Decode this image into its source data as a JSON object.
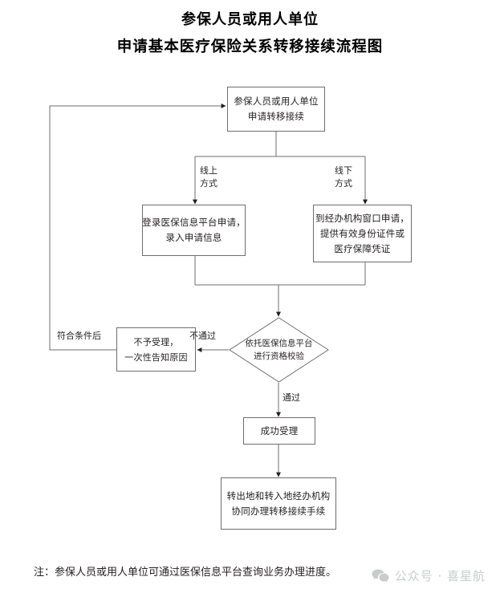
{
  "title": {
    "line1": "参保人员或用人单位",
    "line2": "申请基本医疗保险关系转移接续流程图"
  },
  "nodes": {
    "start": {
      "line1": "参保人员或用人单位",
      "line2": "申请转移接续"
    },
    "online": {
      "line1": "登录医保信息平台申请，",
      "line2": "录入申请信息"
    },
    "offline": {
      "line1": "到经办机构窗口申请，",
      "line2": "提供有效身份证件或",
      "line3": "医疗保障凭证"
    },
    "decision": {
      "line1": "依托医保信息平台",
      "line2": "进行资格校验"
    },
    "reject": {
      "line1": "不予受理，",
      "line2": "一次性告知原因"
    },
    "accept": {
      "line1": "成功受理"
    },
    "final": {
      "line1": "转出地和转入地经办机构",
      "line2": "协同办理转移接续手续"
    }
  },
  "edge_labels": {
    "online": {
      "line1": "线上",
      "line2": "方式"
    },
    "offline": {
      "line1": "线下",
      "line2": "方式"
    },
    "fail": "不通过",
    "pass": "通过",
    "requalify": "符合条件后"
  },
  "footnote": "注：参保人员或用人单位可通过医保信息平台查询业务办理进度。",
  "watermark": {
    "icon": "wechat-icon",
    "text": "公众号 · 喜星航"
  },
  "colors": {
    "line": "#6d6e71",
    "text": "#231f20",
    "watermark": "#c9cbcd",
    "background": "#ffffff"
  }
}
